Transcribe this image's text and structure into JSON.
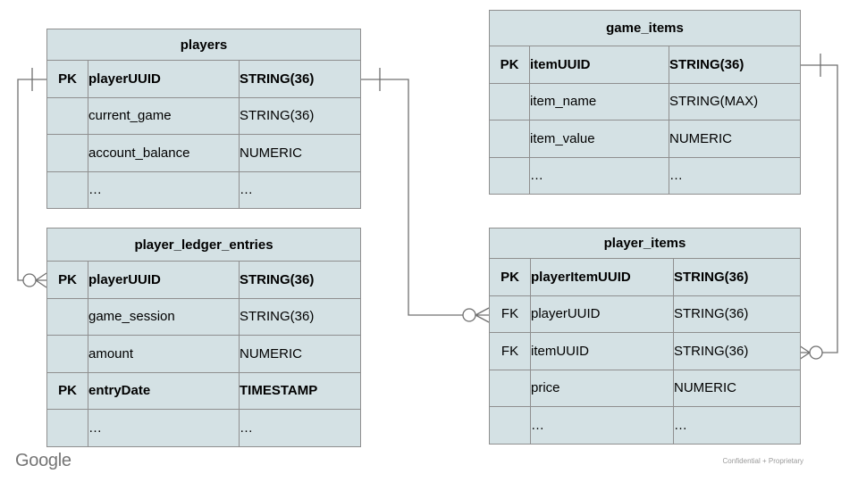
{
  "diagram": {
    "kind": "entity-relationship-diagram",
    "colors": {
      "table_fill": "#d4e1e4",
      "table_border": "#8f8f8f",
      "connector": "#707070",
      "background": "#ffffff"
    },
    "tables": [
      {
        "id": "players",
        "title": "players",
        "rows": [
          {
            "key": "PK",
            "name": "playerUUID",
            "type": "STRING(36)"
          },
          {
            "key": "",
            "name": "current_game",
            "type": "STRING(36)"
          },
          {
            "key": "",
            "name": "account_balance",
            "type": "NUMERIC"
          },
          {
            "key": "",
            "name": "…",
            "type": "…"
          }
        ]
      },
      {
        "id": "game_items",
        "title": "game_items",
        "rows": [
          {
            "key": "PK",
            "name": "itemUUID",
            "type": "STRING(36)"
          },
          {
            "key": "",
            "name": "item_name",
            "type": "STRING(MAX)"
          },
          {
            "key": "",
            "name": "item_value",
            "type": "NUMERIC"
          },
          {
            "key": "",
            "name": "…",
            "type": "…"
          }
        ]
      },
      {
        "id": "player_ledger_entries",
        "title": "player_ledger_entries",
        "rows": [
          {
            "key": "PK",
            "name": "playerUUID",
            "type": "STRING(36)"
          },
          {
            "key": "",
            "name": "game_session",
            "type": "STRING(36)"
          },
          {
            "key": "",
            "name": "amount",
            "type": "NUMERIC"
          },
          {
            "key": "PK",
            "name": "entryDate",
            "type": "TIMESTAMP"
          },
          {
            "key": "",
            "name": "…",
            "type": "…"
          }
        ]
      },
      {
        "id": "player_items",
        "title": "player_items",
        "rows": [
          {
            "key": "PK",
            "name": "playerItemUUID",
            "type": "STRING(36)"
          },
          {
            "key": "FK",
            "name": "playerUUID",
            "type": "STRING(36)"
          },
          {
            "key": "FK",
            "name": "itemUUID",
            "type": "STRING(36)"
          },
          {
            "key": "",
            "name": "price",
            "type": "NUMERIC"
          },
          {
            "key": "",
            "name": "…",
            "type": "…"
          }
        ]
      }
    ],
    "relationships": [
      {
        "from": "players.playerUUID",
        "to": "player_ledger_entries.playerUUID",
        "from_cardinality": "one",
        "to_cardinality": "zero-or-many"
      },
      {
        "from": "players.playerUUID",
        "to": "player_items.playerUUID",
        "from_cardinality": "one",
        "to_cardinality": "zero-or-many"
      },
      {
        "from": "game_items.itemUUID",
        "to": "player_items.itemUUID",
        "from_cardinality": "one",
        "to_cardinality": "zero-or-many"
      }
    ]
  },
  "footer": {
    "logo_text": "Google",
    "confidential_label": "Confidential + Proprietary"
  }
}
